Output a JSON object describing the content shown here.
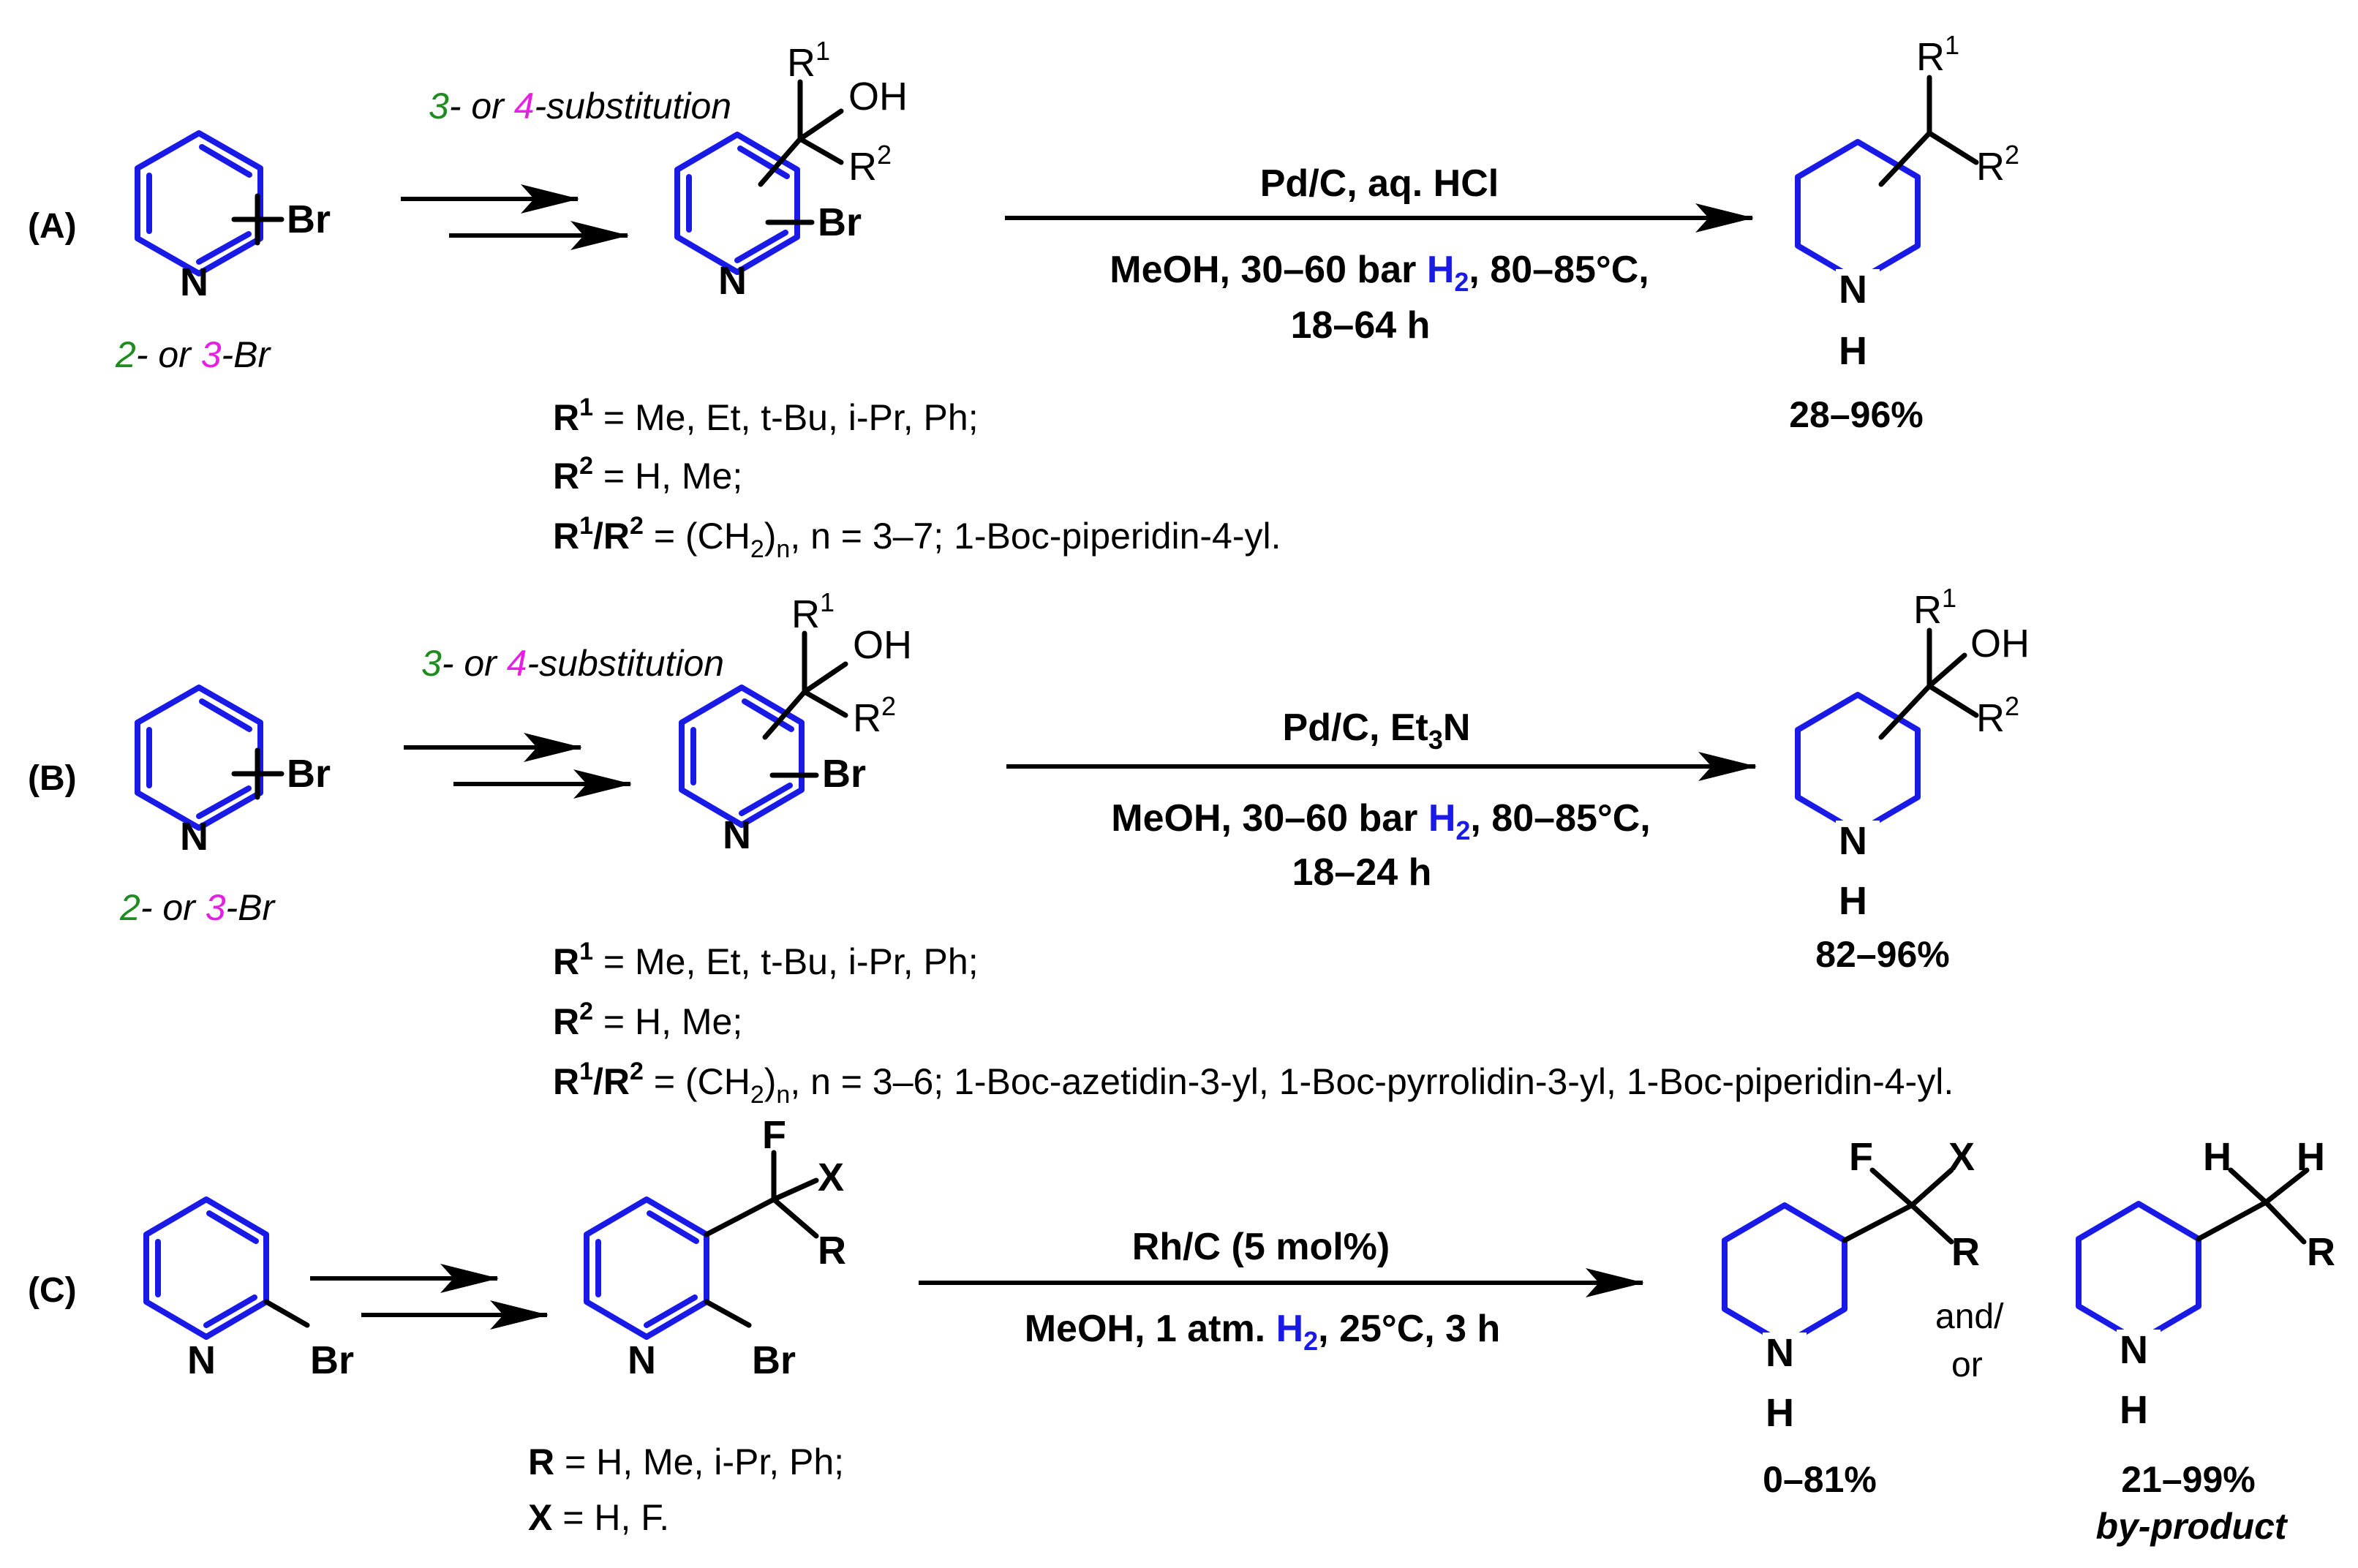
{
  "colors": {
    "label_red": "#e8102a",
    "nitrogen_blue": "#1a1ae6",
    "green": "#1e8c1e",
    "magenta": "#e61ee6",
    "black": "#000000"
  },
  "labels": {
    "A": "(A)",
    "B": "(B)",
    "C": "(C)"
  },
  "common": {
    "N": "N",
    "H": "H",
    "Br": "Br",
    "OH": "OH",
    "F": "F",
    "X": "X",
    "R": "R",
    "R1": "R",
    "R1_sup": "1",
    "R2": "R",
    "R2_sup": "2",
    "subst_3": "3",
    "subst_mid": "- or ",
    "subst_4": "4",
    "subst_end": "-substitution",
    "br_2": "2",
    "br_mid": "- or ",
    "br_3": "3",
    "br_end": "-Br"
  },
  "A": {
    "cond_top": "Pd/C, aq. HCl",
    "cond_mid_1": "MeOH, 30–60 bar ",
    "cond_mid_H": "H",
    "cond_mid_sub": "2",
    "cond_mid_2": ", 80–85°C,",
    "cond_bottom": "18–64 h",
    "yield": "28–96%",
    "def1_label": "R",
    "def1_sup": "1",
    "def1_text": " = Me, Et, t-Bu, i-Pr, Ph;",
    "def2_label": "R",
    "def2_sup": "2",
    "def2_text": " = H, Me;",
    "def3_label_a": "R",
    "def3_sup_a": "1",
    "def3_slash": "/R",
    "def3_sup_b": "2",
    "def3_text_a": " = (CH",
    "def3_sub": "2",
    "def3_text_b": ")",
    "def3_sub_n": "n",
    "def3_text_c": ", n = 3–7; 1-Boc-piperidin-4-yl."
  },
  "B": {
    "cond_top_1": "Pd/C, Et",
    "cond_top_sub": "3",
    "cond_top_2": "N",
    "cond_mid_1": "MeOH, 30–60 bar ",
    "cond_mid_H": "H",
    "cond_mid_sub": "2",
    "cond_mid_2": ", 80–85°C,",
    "cond_bottom": "18–24 h",
    "yield": "82–96%",
    "def1_label": "R",
    "def1_sup": "1",
    "def1_text": " = Me, Et, t-Bu, i-Pr, Ph;",
    "def2_label": "R",
    "def2_sup": "2",
    "def2_text": " = H, Me;",
    "def3_label_a": "R",
    "def3_sup_a": "1",
    "def3_slash": "/R",
    "def3_sup_b": "2",
    "def3_text_a": " = (CH",
    "def3_sub": "2",
    "def3_text_b": ")",
    "def3_sub_n": "n",
    "def3_text_c": ", n = 3–6; 1-Boc-azetidin-3-yl, 1-Boc-pyrrolidin-3-yl, 1-Boc-piperidin-4-yl."
  },
  "C": {
    "cond_top": "Rh/C (5 mol%)",
    "cond_bot_1": "MeOH, 1 atm. ",
    "cond_bot_H": "H",
    "cond_bot_sub": "2",
    "cond_bot_2": ", 25°C, 3 h",
    "and_or_1": "and/",
    "and_or_2": "or",
    "yield1": "0–81%",
    "yield2": "21–99%",
    "byproduct": "by-product",
    "defR_label": "R",
    "defR_text": " = H, Me, i-Pr, Ph;",
    "defX_label": "X",
    "defX_text": " = H, F."
  }
}
